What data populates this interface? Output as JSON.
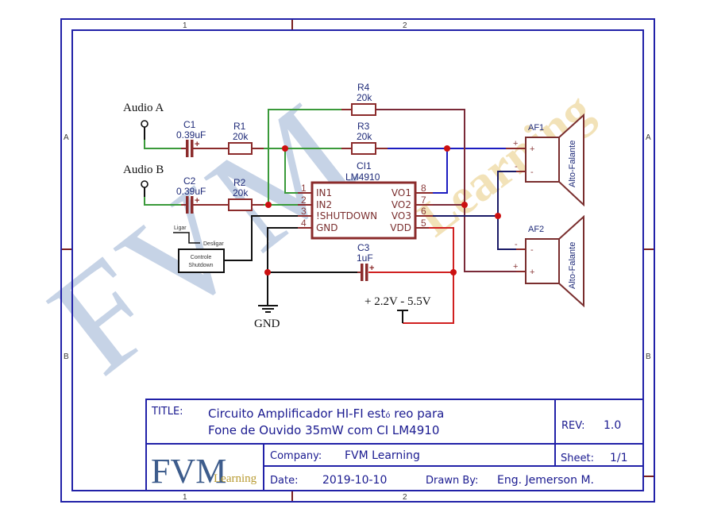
{
  "sheet": {
    "columns": [
      "1",
      "2"
    ],
    "rows": [
      "A",
      "B"
    ]
  },
  "watermark": {
    "main": "FVM",
    "sub": "Learning"
  },
  "inputs": [
    {
      "label": "Audio A"
    },
    {
      "label": "Audio B"
    }
  ],
  "components": {
    "c1": {
      "ref": "C1",
      "value": "0.39uF",
      "polarity": "+"
    },
    "c2": {
      "ref": "C2",
      "value": "0.39uF",
      "polarity": "+"
    },
    "c3": {
      "ref": "C3",
      "value": "1uF",
      "polarity": "+"
    },
    "r1": {
      "ref": "R1",
      "value": "20k"
    },
    "r2": {
      "ref": "R2",
      "value": "20k"
    },
    "r3": {
      "ref": "R3",
      "value": "20k"
    },
    "r4": {
      "ref": "R4",
      "value": "20k"
    },
    "ic": {
      "ref": "CI1",
      "part": "LM4910",
      "pins_left": [
        {
          "num": "1",
          "name": "IN1"
        },
        {
          "num": "2",
          "name": "IN2"
        },
        {
          "num": "3",
          "name": "!SHUTDOWN"
        },
        {
          "num": "4",
          "name": "GND"
        }
      ],
      "pins_right": [
        {
          "num": "8",
          "name": "VO1"
        },
        {
          "num": "7",
          "name": "VO2"
        },
        {
          "num": "6",
          "name": "VO3"
        },
        {
          "num": "5",
          "name": "VDD"
        }
      ]
    },
    "af1": {
      "ref": "AF1",
      "type": "Alto-Falante",
      "plus": "+",
      "minus": "-"
    },
    "af2": {
      "ref": "AF2",
      "type": "Alto-Falante",
      "plus": "+",
      "minus": "-"
    }
  },
  "shutdown_control": {
    "line1": "Controle",
    "line2": "Shutdown",
    "on_label": "Ligar",
    "off_label": "Desligar"
  },
  "power": {
    "label": "+ 2.2V - 5.5V"
  },
  "ground": {
    "label": "GND"
  },
  "title_block": {
    "title_label": "TITLE:",
    "title_line1_pre": "Circuito Amplificador HI-FI est",
    "title_line1_glyph": "ó",
    "title_line1_post": " reo para",
    "title_line2": "Fone de Ouvido 35mW com CI LM4910",
    "rev_label": "REV:",
    "rev_value": "1.0",
    "company_label": "Company:",
    "company_value": "FVM Learning",
    "sheet_label": "Sheet:",
    "sheet_value": "1/1",
    "date_label": "Date:",
    "date_value": "2019-10-10",
    "drawn_by_label": "Drawn By:",
    "drawn_by_value": "Eng. Jemerson M.",
    "logo_main": "FVM",
    "logo_sub": "Learning"
  }
}
